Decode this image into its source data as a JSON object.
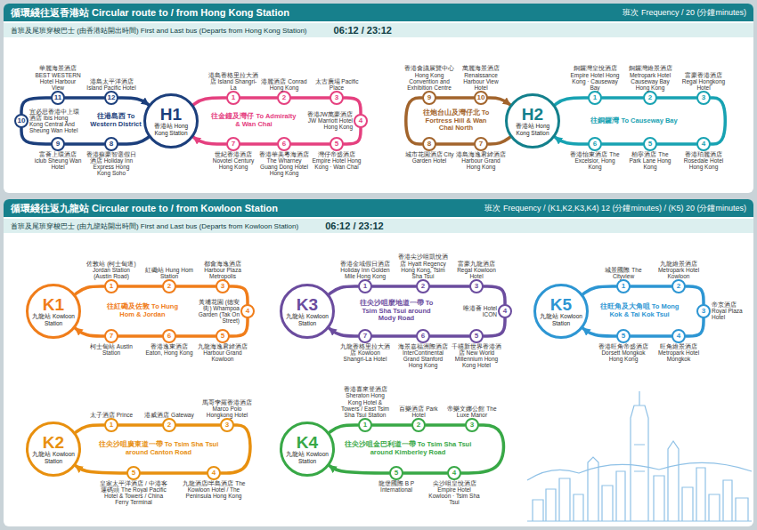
{
  "diagram": {
    "nodes": [
      {
        "text": [
          "循環綫往返香港站 Circular route to / from Hong Kong Station",
          "班次 Frequency / 20 (分鐘minutes)"
        ]
      },
      {
        "text": [
          "首班及尾班穿梭巴士 (由香港站開出時間) First and Last bus (Departs from Hong Kong Station)",
          "06:12 / 23:12"
        ]
      },
      {
        "text": [
          "H1",
          "香港站 Hong Kong Station"
        ]
      },
      {
        "text": [
          "1",
          "港島香格里拉大酒店 Island Shangri-La"
        ]
      },
      {
        "text": [
          "2",
          "港麗酒店 Conrad Hong Kong"
        ]
      },
      {
        "text": [
          "3",
          "太古廣場 Pacific Place"
        ]
      },
      {
        "text": [
          "4",
          "香港JW萬豪酒店 JW Marriott Hotel Hong Kong"
        ]
      },
      {
        "text": [
          "5",
          "灣仔帝盛酒店 Empire Hotel Hong Kong · Wan Chai"
        ]
      },
      {
        "text": [
          "6",
          "香港華美粵海酒店 The Wharney Guang Dong Hotel Hong Kong"
        ]
      },
      {
        "text": [
          "7",
          "世紀香港酒店 Novotel Century Hong Kong"
        ]
      },
      {
        "text": [
          "8",
          "香港蘇豪智選假日酒店 Holiday Inn Express Hong Kong Soho"
        ]
      },
      {
        "text": [
          "9",
          "富薈上環酒店 iclub Sheung Wan Hotel"
        ]
      },
      {
        "text": [
          "10",
          "宜必思香港中上環酒店 Ibis Hong Kong Central And Sheung Wan Hotel"
        ]
      },
      {
        "text": [
          "11",
          "華麗海景酒店 BEST WESTERN Hotel Harbour View"
        ]
      },
      {
        "text": [
          "12",
          "港島太平洋酒店 Island Pacific Hotel"
        ]
      },
      {
        "text": [
          "H2",
          "香港站 Hong Kong Station"
        ]
      },
      {
        "text": [
          "1",
          "銅鑼灣皇悅酒店 Empire Hotel Hong Kong · Causeway Bay"
        ]
      },
      {
        "text": [
          "2",
          "銅鑼灣維景酒店 Metropark Hotel Causeway Bay Hong Kong"
        ]
      },
      {
        "text": [
          "3",
          "富豪香港酒店 Regal Hongkong Hotel"
        ]
      },
      {
        "text": [
          "4",
          "香港珀麗酒店 Rosedale Hotel Hong Kong"
        ]
      },
      {
        "text": [
          "5",
          "柏寧酒店 The Park Lane Hong Kong"
        ]
      },
      {
        "text": [
          "6",
          "香港怡東酒店 The Excelsior, Hong Kong"
        ]
      },
      {
        "text": [
          "7",
          "港島海逸君綽酒店 Harbour Grand Hong Kong"
        ]
      },
      {
        "text": [
          "8",
          "城市花園酒店 City Garden Hotel"
        ]
      },
      {
        "text": [
          "9",
          "香港會議展覽中心 Hong Kong Convention and Exhibition Centre"
        ]
      },
      {
        "text": [
          "10",
          "萬麗海景酒店 Renaissance Harbour View Hotel"
        ]
      },
      {
        "text": [
          "循環綫往返九龍站 Circular route to / from Kowloon Station",
          "班次 Frequency / (K1,K2,K3,K4) 12 (分鐘minutes) / (K5) 20 (分鐘minutes)"
        ]
      },
      {
        "text": [
          "首班及尾班穿梭巴士 (由九龍站開出時間) First and Last bus (Departs from Kowloon Station)",
          "06:12 / 23:12"
        ]
      },
      {
        "text": [
          "K1",
          "九龍站 Kowloon Station"
        ]
      },
      {
        "text": [
          "1",
          "佐敦站 (柯士甸道) Jordan Station (Austin Road)"
        ]
      },
      {
        "text": [
          "2",
          "紅磡站 Hung Hom Station"
        ]
      },
      {
        "text": [
          "3",
          "都會海逸酒店 Harbour Plaza Metropolis"
        ]
      },
      {
        "text": [
          "4",
          "黃埔花園 (德安街) Whampoa Garden (Tak On Street)"
        ]
      },
      {
        "text": [
          "5",
          "九龍海逸君綽酒店 Harbour Grand Kowloon"
        ]
      },
      {
        "text": [
          "6",
          "香港逸東酒店 Eaton, Hong Kong"
        ]
      },
      {
        "text": [
          "7",
          "柯士甸站 Austin Station"
        ]
      },
      {
        "text": [
          "K3",
          "九龍站 Kowloon Station"
        ]
      },
      {
        "text": [
          "1",
          "香港金域假日酒店 Holiday Inn Golden Mile Hong Kong"
        ]
      },
      {
        "text": [
          "2",
          "香港尖沙咀凱悅酒店 Hyatt Regency Hong Kong, Tsim Sha Tsui"
        ]
      },
      {
        "text": [
          "3",
          "富豪九龍酒店 Regal Kowloon Hotel"
        ]
      },
      {
        "text": [
          "4",
          "唯港薈 Hotel ICON"
        ]
      },
      {
        "text": [
          "5",
          "千禧新世界香港酒店 New World Millennium Hong Kong Hotel"
        ]
      },
      {
        "text": [
          "6",
          "海景嘉福洲際酒店 InterContinental Grand Stanford Hong Kong"
        ]
      },
      {
        "text": [
          "7",
          "九龍香格里拉大酒店 Kowloon Shangri-La Hotel"
        ]
      },
      {
        "text": [
          "K5",
          "九龍站 Kowloon Station"
        ]
      },
      {
        "text": [
          "1",
          "城景國際 The Cityview"
        ]
      },
      {
        "text": [
          "2",
          "九龍維景酒店 Metropark Hotel Kowloon"
        ]
      },
      {
        "text": [
          "3",
          "帝京酒店 Royal Plaza Hotel"
        ]
      },
      {
        "text": [
          "4",
          "旺角維景酒店 Metropark Hotel Mongkok"
        ]
      },
      {
        "text": [
          "5",
          "香港旺角帝盛酒店 Dorsett Mongkok Hong Kong"
        ]
      },
      {
        "text": [
          "K2",
          "九龍站 Kowloon Station"
        ]
      },
      {
        "text": [
          "1",
          "太子酒店 Prince"
        ]
      },
      {
        "text": [
          "2",
          "港威酒店 Gateway"
        ]
      },
      {
        "text": [
          "3",
          "馬哥孛羅香港酒店 Marco Polo Hongkong Hotel"
        ]
      },
      {
        "text": [
          "4",
          "九龍酒店/半島酒店 The Kowloon Hotel / The Peninsula Hong Kong"
        ]
      },
      {
        "text": [
          "5",
          "皇家太平洋酒店 / 中港客運碼頭 The Royal Pacific Hotel & Towers / China Ferry Terminal"
        ]
      },
      {
        "text": [
          "K4",
          "九龍站 Kowloon Station"
        ]
      },
      {
        "text": [
          "1",
          "香港喜來登酒店 Sheraton Hong Kong Hotel & Towers / East Tsim Sha Tsui Station"
        ]
      },
      {
        "text": [
          "2",
          "百樂酒店 Park Hotel"
        ]
      },
      {
        "text": [
          "3",
          "帝樂文娜公館 The Luxe Manor"
        ]
      },
      {
        "text": [
          "4",
          "尖沙咀皇悅酒店 Empire Hotel Kowloon · Tsim Sha Tsui"
        ]
      },
      {
        "text": [
          "5",
          "龍堡國際 B P International"
        ]
      }
    ],
    "edges": [
      {
        "from": 2,
        "to": 3,
        "arrow": "none"
      },
      {
        "from": 3,
        "to": 4,
        "arrow": "none"
      },
      {
        "from": 4,
        "to": 5,
        "arrow": "none"
      },
      {
        "from": 5,
        "to": 6,
        "arrow": "none"
      },
      {
        "from": 6,
        "to": 7,
        "arrow": "none"
      },
      {
        "from": 7,
        "to": 8,
        "arrow": "none"
      },
      {
        "from": 8,
        "to": 9,
        "arrow": "none"
      },
      {
        "from": 9,
        "to": 2,
        "arrow": "to"
      },
      {
        "from": 2,
        "to": 10,
        "arrow": "none"
      },
      {
        "from": 10,
        "to": 11,
        "arrow": "none"
      },
      {
        "from": 11,
        "to": 12,
        "arrow": "none"
      },
      {
        "from": 12,
        "to": 13,
        "arrow": "none"
      },
      {
        "from": 13,
        "to": 14,
        "arrow": "none"
      },
      {
        "from": 14,
        "to": 2,
        "arrow": "to"
      },
      {
        "from": 15,
        "to": 16,
        "arrow": "none"
      },
      {
        "from": 16,
        "to": 17,
        "arrow": "none"
      },
      {
        "from": 17,
        "to": 18,
        "arrow": "none"
      },
      {
        "from": 18,
        "to": 19,
        "arrow": "none"
      },
      {
        "from": 19,
        "to": 20,
        "arrow": "none"
      },
      {
        "from": 20,
        "to": 21,
        "arrow": "none"
      },
      {
        "from": 21,
        "to": 15,
        "arrow": "to"
      },
      {
        "from": 15,
        "to": 22,
        "arrow": "none"
      },
      {
        "from": 22,
        "to": 23,
        "arrow": "none"
      },
      {
        "from": 23,
        "to": 24,
        "arrow": "none"
      },
      {
        "from": 24,
        "to": 25,
        "arrow": "none"
      },
      {
        "from": 25,
        "to": 15,
        "arrow": "to"
      },
      {
        "from": 28,
        "to": 29,
        "arrow": "none"
      },
      {
        "from": 29,
        "to": 30,
        "arrow": "none"
      },
      {
        "from": 30,
        "to": 31,
        "arrow": "none"
      },
      {
        "from": 31,
        "to": 32,
        "arrow": "none"
      },
      {
        "from": 32,
        "to": 33,
        "arrow": "none"
      },
      {
        "from": 33,
        "to": 34,
        "arrow": "none"
      },
      {
        "from": 34,
        "to": 35,
        "arrow": "none"
      },
      {
        "from": 35,
        "to": 28,
        "arrow": "to"
      },
      {
        "from": 36,
        "to": 37,
        "arrow": "none"
      },
      {
        "from": 37,
        "to": 38,
        "arrow": "none"
      },
      {
        "from": 38,
        "to": 39,
        "arrow": "none"
      },
      {
        "from": 39,
        "to": 40,
        "arrow": "none"
      },
      {
        "from": 40,
        "to": 41,
        "arrow": "none"
      },
      {
        "from": 41,
        "to": 42,
        "arrow": "none"
      },
      {
        "from": 42,
        "to": 43,
        "arrow": "none"
      },
      {
        "from": 43,
        "to": 36,
        "arrow": "to"
      },
      {
        "from": 44,
        "to": 45,
        "arrow": "none"
      },
      {
        "from": 45,
        "to": 46,
        "arrow": "none"
      },
      {
        "from": 46,
        "to": 47,
        "arrow": "none"
      },
      {
        "from": 47,
        "to": 48,
        "arrow": "none"
      },
      {
        "from": 48,
        "to": 49,
        "arrow": "none"
      },
      {
        "from": 49,
        "to": 44,
        "arrow": "to"
      },
      {
        "from": 50,
        "to": 51,
        "arrow": "none"
      },
      {
        "from": 51,
        "to": 52,
        "arrow": "none"
      },
      {
        "from": 52,
        "to": 53,
        "arrow": "none"
      },
      {
        "from": 53,
        "to": 54,
        "arrow": "none"
      },
      {
        "from": 54,
        "to": 55,
        "arrow": "none"
      },
      {
        "from": 55,
        "to": 50,
        "arrow": "to"
      },
      {
        "from": 56,
        "to": 57,
        "arrow": "none"
      },
      {
        "from": 57,
        "to": 58,
        "arrow": "none"
      },
      {
        "from": 58,
        "to": 59,
        "arrow": "none"
      },
      {
        "from": 59,
        "to": 60,
        "arrow": "none"
      },
      {
        "from": 60,
        "to": 61,
        "arrow": "none"
      },
      {
        "from": 61,
        "to": 56,
        "arrow": "to"
      }
    ],
    "labels": [
      "往金鐘及灣仔 To Admiralty & Wan Chai",
      "往港島西 To Western District",
      "往炮台山及灣仔北 To Fortress Hill & Wan Chai North",
      "往銅鑼灣 To Causeway Bay",
      "往紅磡及佐敦 To Hung Hom & Jordan",
      "往尖沙咀麼地道一帶 To Tsim Sha Tsui around Mody Road",
      "往旺角及大角咀 To Mong Kok & Tai Kok Tsui",
      "往尖沙咀廣東道一帶 To Tsim Sha Tsui around Canton Road",
      "往尖沙咀金巴利道一帶 To Tsim Sha Tsui around Kimberley Road"
    ]
  }
}
